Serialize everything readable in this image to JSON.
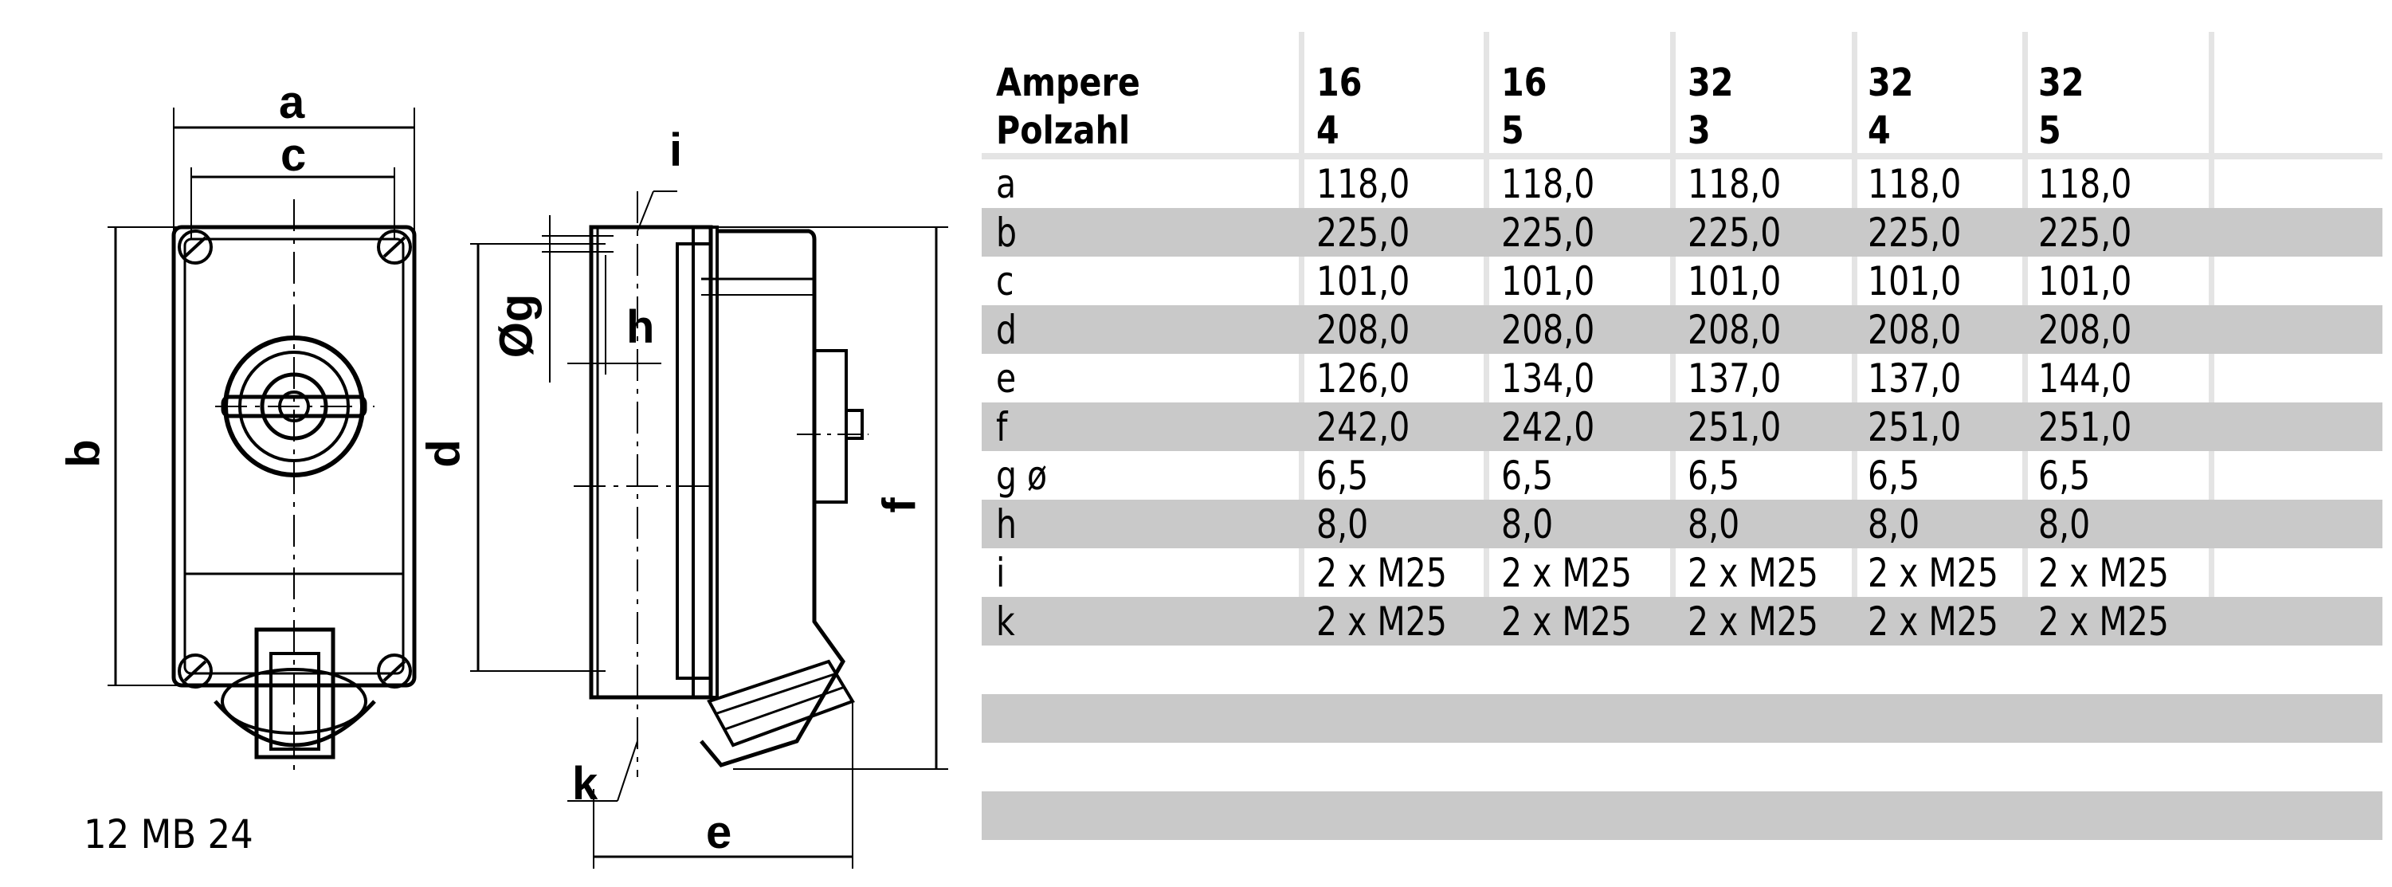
{
  "drawing": {
    "model_label": "12 MB 24",
    "dimension_labels": {
      "a": "a",
      "b": "b",
      "c": "c",
      "d": "d",
      "e": "e",
      "f": "f",
      "g": "Øg",
      "h": "h",
      "i": "i",
      "k": "k"
    }
  },
  "table": {
    "header": {
      "row_labels": [
        "Ampere",
        "Polzahl"
      ],
      "columns": [
        {
          "ampere": "16",
          "polzahl": "4"
        },
        {
          "ampere": "16",
          "polzahl": "5"
        },
        {
          "ampere": "32",
          "polzahl": "3"
        },
        {
          "ampere": "32",
          "polzahl": "4"
        },
        {
          "ampere": "32",
          "polzahl": "5"
        }
      ]
    },
    "rows": [
      {
        "label": "a",
        "values": [
          "118,0",
          "118,0",
          "118,0",
          "118,0",
          "118,0"
        ]
      },
      {
        "label": "b",
        "values": [
          "225,0",
          "225,0",
          "225,0",
          "225,0",
          "225,0"
        ]
      },
      {
        "label": "c",
        "values": [
          "101,0",
          "101,0",
          "101,0",
          "101,0",
          "101,0"
        ]
      },
      {
        "label": "d",
        "values": [
          "208,0",
          "208,0",
          "208,0",
          "208,0",
          "208,0"
        ]
      },
      {
        "label": "e",
        "values": [
          "126,0",
          "134,0",
          "137,0",
          "137,0",
          "144,0"
        ]
      },
      {
        "label": "f",
        "values": [
          "242,0",
          "242,0",
          "251,0",
          "251,0",
          "251,0"
        ]
      },
      {
        "label": "g ø",
        "values": [
          "6,5",
          "6,5",
          "6,5",
          "6,5",
          "6,5"
        ]
      },
      {
        "label": "h",
        "values": [
          "8,0",
          "8,0",
          "8,0",
          "8,0",
          "8,0"
        ]
      },
      {
        "label": "i",
        "values": [
          "2 x M25",
          "2 x M25",
          "2 x M25",
          "2 x M25",
          "2 x M25"
        ]
      },
      {
        "label": "k",
        "values": [
          "2 x M25",
          "2 x M25",
          "2 x M25",
          "2 x M25",
          "2 x M25"
        ]
      },
      {
        "label": "",
        "values": [
          "",
          "",
          "",
          "",
          ""
        ]
      },
      {
        "label": "",
        "values": [
          "",
          "",
          "",
          "",
          ""
        ]
      },
      {
        "label": "",
        "values": [
          "",
          "",
          "",
          "",
          ""
        ]
      },
      {
        "label": "",
        "values": [
          "",
          "",
          "",
          "",
          ""
        ]
      }
    ]
  },
  "colors": {
    "shade_row": "#c9c9c9",
    "grid_line": "#e4e4e4",
    "ink": "#000000"
  }
}
